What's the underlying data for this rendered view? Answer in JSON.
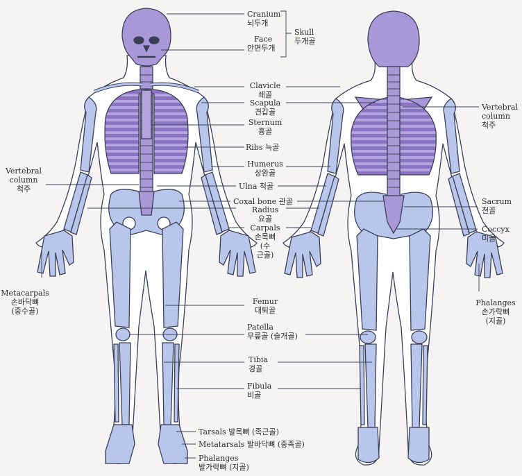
{
  "colors": {
    "bone": "#b9c6ec",
    "axial": "#a898d8",
    "outline": "#3a3f58",
    "skin": "#ffffff",
    "ink": "#2a2a2a"
  },
  "labels": {
    "cranium": {
      "en": "Cranium",
      "ko": "뇌두개"
    },
    "face": {
      "en": "Face",
      "ko": "안면두개"
    },
    "skull": {
      "en": "Skull",
      "ko": "두개골"
    },
    "clavicle": {
      "en": "Clavicle",
      "ko": "쇄골"
    },
    "scapula": {
      "en": "Scapula",
      "ko": "견갑골"
    },
    "sternum": {
      "en": "Sternum",
      "ko": "흉골"
    },
    "ribs": {
      "text": "Ribs 늑골"
    },
    "humerus": {
      "en": "Humerus",
      "ko": "상완골"
    },
    "ulna": {
      "text": "Ulna 척골"
    },
    "coxal": {
      "text": "Coxal bone 관골"
    },
    "radius": {
      "en": "Radius",
      "ko": "요골"
    },
    "carpals": {
      "en": "Carpals",
      "ko1": "손목뼈",
      "ko2": "(수",
      "ko3": "근골)"
    },
    "femur": {
      "en": "Femur",
      "ko": "대퇴골"
    },
    "patella": {
      "en": "Patella",
      "ko": "무릎골 (슬개골)"
    },
    "tibia": {
      "en": "Tibia",
      "ko": "경골"
    },
    "fibula": {
      "en": "Fibula",
      "ko": "비골"
    },
    "tarsals": {
      "text": "Tarsals 발목뼈 (족근골)"
    },
    "metatarsals": {
      "text": "Metatarsals 발바닥뼈 (중족골)"
    },
    "phalanges_foot": {
      "en": "Phalanges",
      "ko": "발가락뼈 (지골)"
    },
    "vertebral_left": {
      "en1": "Vertebral",
      "en2": "column",
      "ko": "척주"
    },
    "metacarpals": {
      "en": "Metacarpals",
      "ko1": "손바닥뼈",
      "ko2": "(중수골)"
    },
    "vertebral_right": {
      "en1": "Vertebral",
      "en2": "column",
      "ko": "척주"
    },
    "sacrum": {
      "en": "Sacrum",
      "ko": "천골"
    },
    "coccyx": {
      "en": "Coccyx",
      "ko": "미골"
    },
    "phalanges_hand": {
      "en": "Phalanges",
      "ko1": "손가락뼈",
      "ko2": "(지골)"
    }
  }
}
